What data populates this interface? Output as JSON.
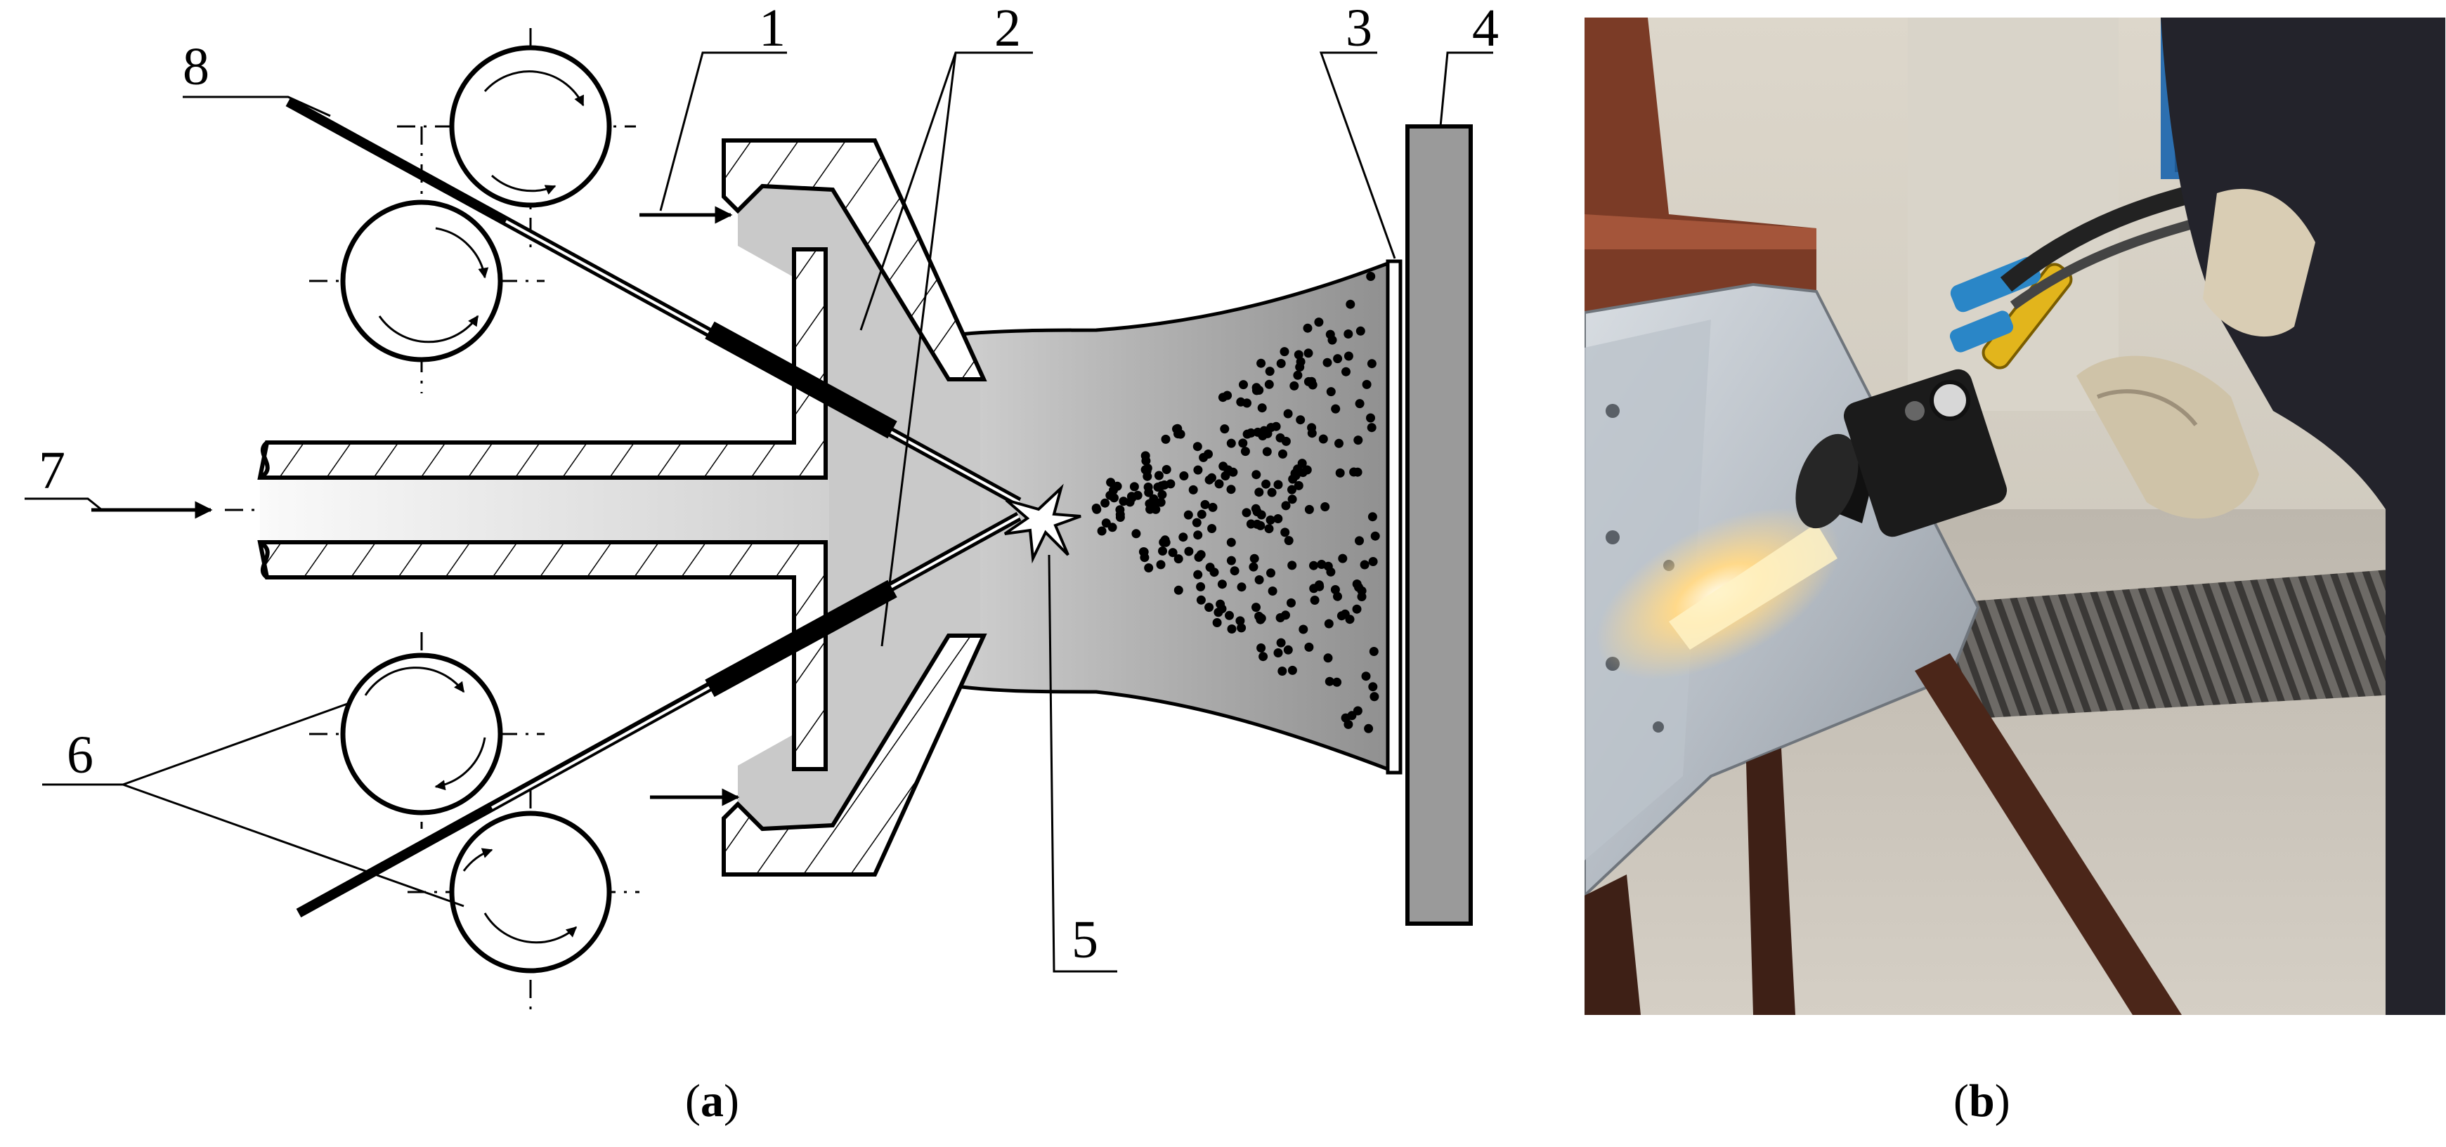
{
  "figure": {
    "panel_a": {
      "caption_open": "(",
      "caption_letter": "a",
      "caption_close": ")",
      "callouts": [
        "1",
        "2",
        "3",
        "4",
        "5",
        "6",
        "7",
        "8"
      ]
    },
    "panel_b": {
      "caption_open": "(",
      "caption_letter": "b",
      "caption_close": ")"
    }
  },
  "colors": {
    "outline": "#000000",
    "plume_gray": "#a0a0a0",
    "substrate_gray": "#9a9a9a",
    "photo_wall": "#cfcac0",
    "photo_plate": "#b9bfc6",
    "arc_glow": "#ffd890"
  }
}
